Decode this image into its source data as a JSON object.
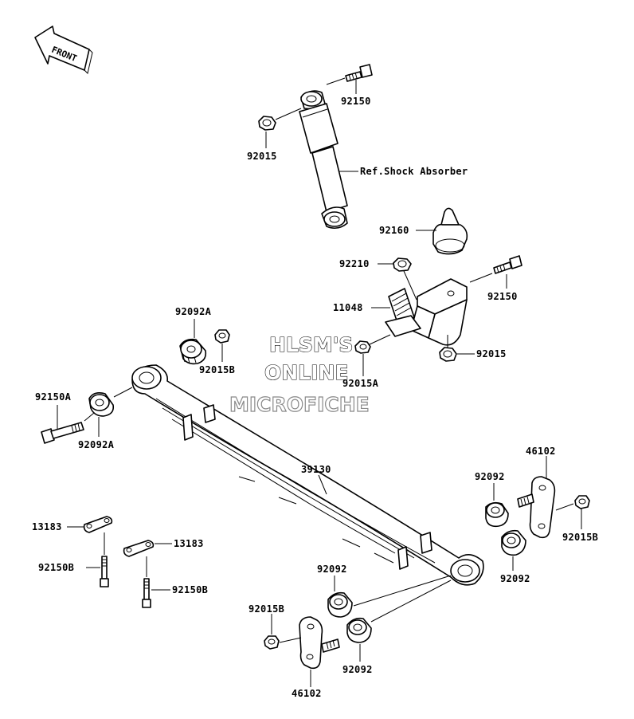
{
  "front_arrow": {
    "label": "FRONT"
  },
  "labels": {
    "bolt_top": "92150",
    "nut_top": "92015",
    "shock_ref": "Ref.Shock Absorber",
    "bump_stop": "92160",
    "nut_bracket": "92210",
    "bracket": "11048",
    "bolt_bracket": "92150",
    "nut_bracket_bottom": "92015",
    "bushing_top": "92092A",
    "nut_front_b": "92015B",
    "nut_front_a": "92015A",
    "bolt_front_a": "92150A",
    "bushing_front": "92092A",
    "leaf_spring": "39130",
    "shackle_right": "46102",
    "bushing_right_upper": "92092",
    "nut_right_b": "92015B",
    "bushing_right_lower": "92092",
    "plate_left": "13183",
    "bolt_left_b": "92150B",
    "plate_mid": "13183",
    "bolt_mid_b": "92150B",
    "bushing_bottom_upper": "92092",
    "nut_bottom_b": "92015B",
    "bushing_bottom_lower": "92092",
    "shackle_bottom": "46102"
  },
  "watermark": {
    "line1": "HLSM'S",
    "line2": "ONLINE",
    "line3": "MICROFICHE"
  }
}
